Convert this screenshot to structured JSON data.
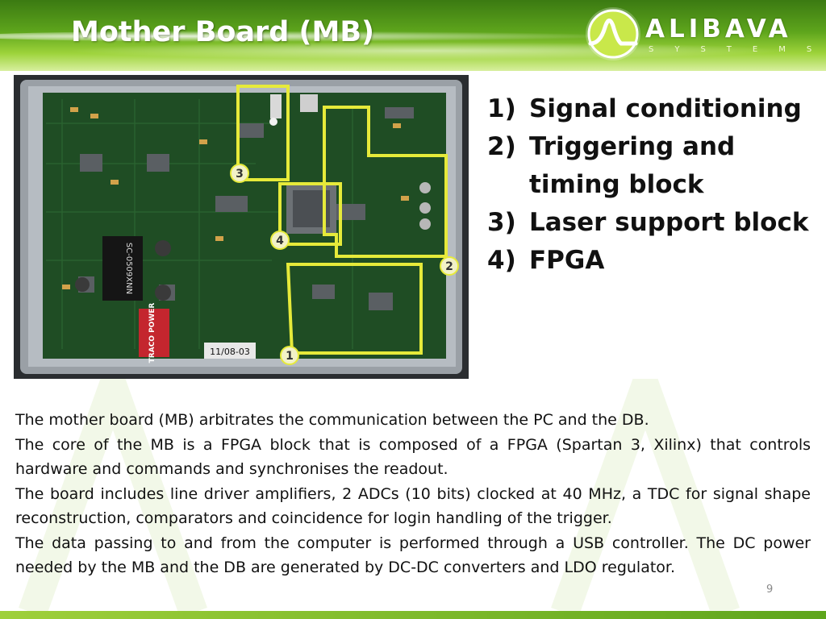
{
  "slide": {
    "title": "Mother Board (MB)",
    "page_number": "9"
  },
  "logo": {
    "word": "ALIBAVA",
    "sub": "SYSTEMS"
  },
  "photo": {
    "region_markers": [
      "1",
      "2",
      "3",
      "4"
    ],
    "date_label": "11/08-03",
    "regulator_label": "TRACO POWER",
    "converter_label": "SC-0509XNN"
  },
  "list": [
    {
      "num": "1)",
      "text": "Signal conditioning"
    },
    {
      "num": "2)",
      "text": "Triggering and timing block"
    },
    {
      "num": "3)",
      "text": "Laser support block"
    },
    {
      "num": "4)",
      "text": "FPGA"
    }
  ],
  "paragraphs": [
    "The mother board (MB) arbitrates the communication between the PC and the DB.",
    "The core of the MB is a FPGA block that is composed of a FPGA (Spartan 3, Xilinx) that controls hardware and commands and synchronises the readout.",
    "The board includes line driver amplifiers, 2 ADCs (10 bits) clocked at 40 MHz, a TDC for signal shape reconstruction, comparators and coincidence for login handling of the trigger.",
    "The data passing to and from the computer is performed through a USB controller. The DC power needed by the MB and the DB are generated by DC-DC converters and LDO regulator."
  ],
  "colors": {
    "header_green": "#5ea51c",
    "highlight_yellow": "#e6ea3a",
    "pcb_green": "#1e4a22"
  }
}
